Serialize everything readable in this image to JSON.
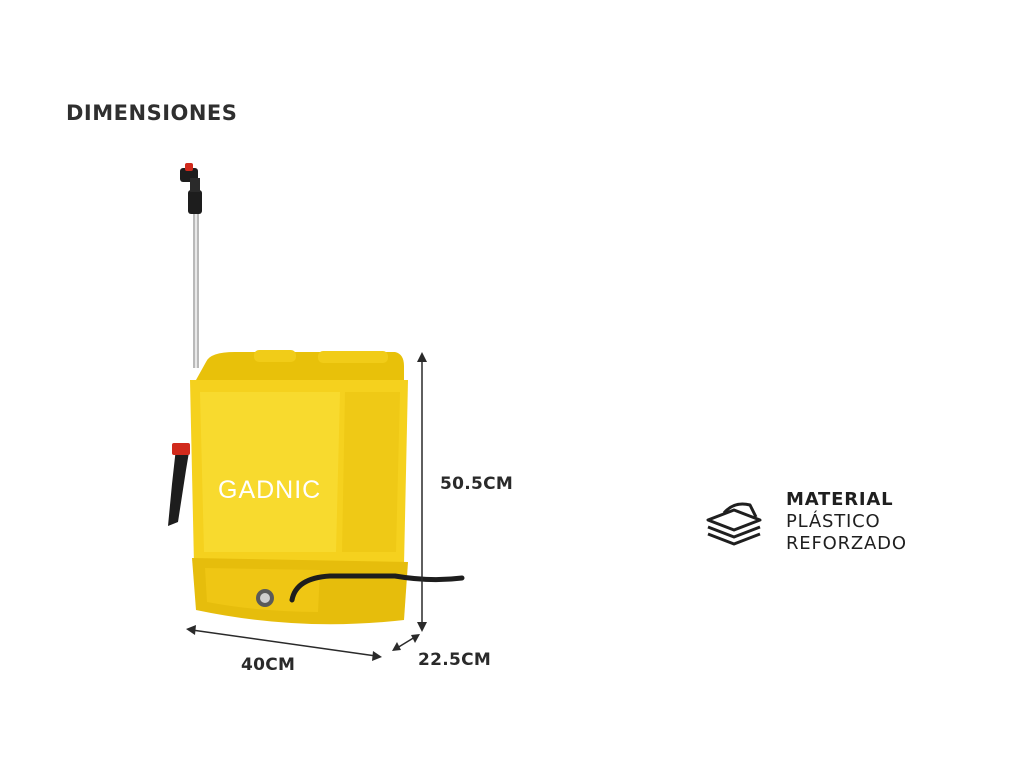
{
  "header": {
    "title": "DIMENSIONES"
  },
  "product": {
    "brand": "GADNIC",
    "body_color": "#f5d11e",
    "shade_color": "#e6bd0c"
  },
  "dimensions": {
    "height": "50.5CM",
    "width": "40CM",
    "depth": "22.5CM"
  },
  "material": {
    "heading": "MATERIAL",
    "line1": "PLÁSTICO",
    "line2": "REFORZADO",
    "icon": "layers-icon"
  }
}
